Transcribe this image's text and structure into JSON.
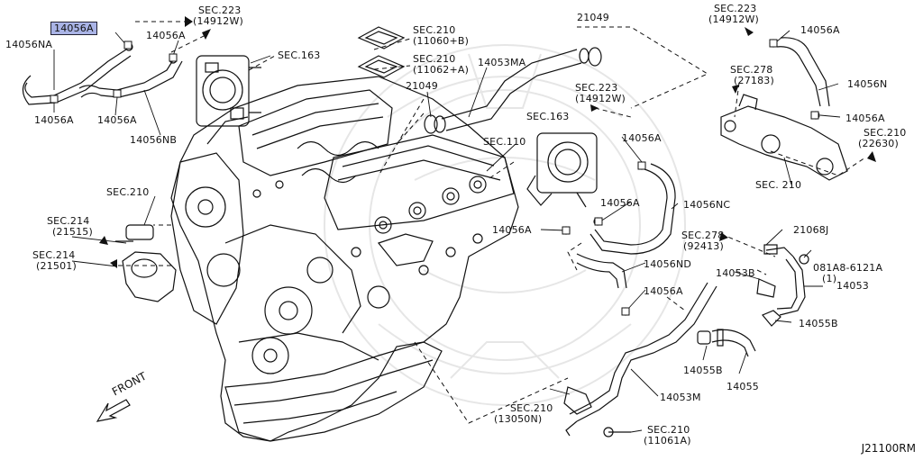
{
  "diagram_code": "J21100RM",
  "front_label": "FRONT",
  "colors": {
    "line": "#111111",
    "highlight": "#aab4e6",
    "watermark": "#e6e6e6"
  },
  "labels": {
    "highlighted_part": "14056A",
    "p_14056NA": "14056NA",
    "p_14056A_tl1": "14056A",
    "p_14056A_tl2": "14056A",
    "p_14056A_tl3": "14056A",
    "p_14056NB": "14056NB",
    "sec223_top": "SEC.223",
    "sec223_top_sub": "(14912W)",
    "sec163_left": "SEC.163",
    "sec210_a": "SEC.210",
    "sec210_a_sub": "(11060+B)",
    "sec210_b": "SEC.210",
    "sec210_b_sub": "(11062+A)",
    "p_21049_top": "21049",
    "p_14053MA": "14053MA",
    "p_21049_mid": "21049",
    "sec223_mid": "SEC.223",
    "sec223_mid_sub": "(14912W)",
    "sec163_right": "SEC.163",
    "sec110": "SEC.110",
    "sec210_left": "SEC.210",
    "sec214_a": "SEC.214",
    "sec214_a_sub": "(21515)",
    "sec214_b": "SEC.214",
    "sec214_b_sub": "(21501)",
    "p_14056A_mr1": "14056A",
    "p_14056NC": "14056NC",
    "p_14056A_mr2": "14056A",
    "p_14056A_mr3": "14056A",
    "p_14056ND": "14056ND",
    "p_14056A_mr4": "14056A",
    "sec223_right": "SEC.223",
    "sec223_right_sub": "(14912W)",
    "p_14056A_tr1": "14056A",
    "sec278_a": "SEC.278",
    "sec278_a_sub": "(27183)",
    "p_14056N": "14056N",
    "p_14056A_tr2": "14056A",
    "sec210_c": "SEC.210",
    "sec210_c_sub": "(22630)",
    "sec210_d": "SEC. 210",
    "sec278_b": "SEC.278",
    "sec278_b_sub": "(92413)",
    "p_21068J": "21068J",
    "p_081A8": "081A8-6121A",
    "p_081A8_qty": "(1)",
    "p_14053B": "14053B",
    "p_14053": "14053",
    "p_14055B_a": "14055B",
    "p_14055B_b": "14055B",
    "p_14055": "14055",
    "p_14053M": "14053M",
    "sec210_e": "SEC.210",
    "sec210_e_sub": "(13050N)",
    "sec210_f": "SEC.210",
    "sec210_f_sub": "(11061A)"
  }
}
